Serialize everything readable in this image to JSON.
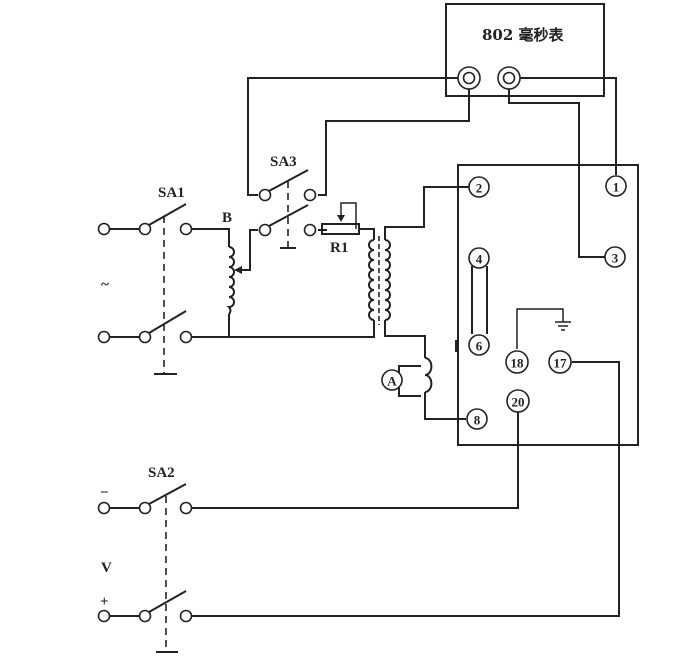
{
  "meter": {
    "title": "802 毫秒表"
  },
  "switches": {
    "sa1": "SA1",
    "sa2": "SA2",
    "sa3": "SA3"
  },
  "components": {
    "autotransformer": "B",
    "rheostat": "R1",
    "ammeter": "A"
  },
  "sources": {
    "ac_symbol": "~",
    "dc_symbol": "V",
    "dc_minus": "−",
    "dc_plus": "+"
  },
  "relay_terminals": [
    "1",
    "2",
    "3",
    "4",
    "6",
    "8",
    "17",
    "18",
    "20"
  ],
  "colors": {
    "line": "#222222",
    "background": "#ffffff"
  }
}
